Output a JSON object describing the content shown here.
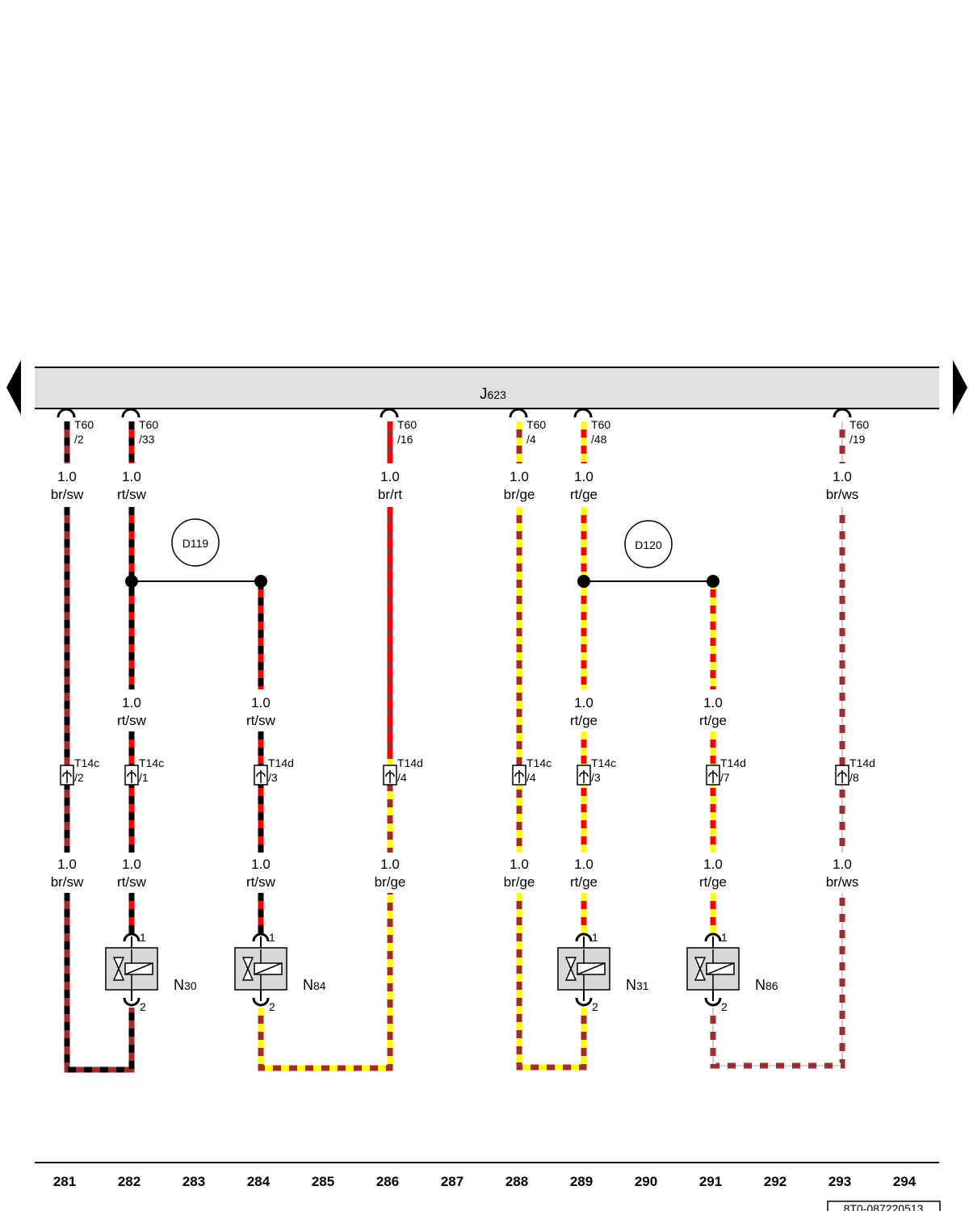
{
  "header": {
    "unit_name": "J",
    "unit_sub": "623"
  },
  "colors": {
    "br": "#a52a2a",
    "sw": "#000000",
    "rt": "#ff0000",
    "ge": "#ffff00",
    "ws": "#ffffff",
    "bus": "#e0e0e0",
    "box": "#d8d8d8"
  },
  "top_pins": [
    {
      "connector": "T60",
      "pin": "/2",
      "gauge": "1.0",
      "color": "br/sw"
    },
    {
      "connector": "T60",
      "pin": "/33",
      "gauge": "1.0",
      "color": "rt/sw"
    },
    {
      "connector": "T60",
      "pin": "/16",
      "gauge": "1.0",
      "color": "br/rt"
    },
    {
      "connector": "T60",
      "pin": "/4",
      "gauge": "1.0",
      "color": "br/ge"
    },
    {
      "connector": "T60",
      "pin": "/48",
      "gauge": "1.0",
      "color": "rt/ge"
    },
    {
      "connector": "T60",
      "pin": "/19",
      "gauge": "1.0",
      "color": "br/ws"
    }
  ],
  "splices": [
    {
      "label": "D119"
    },
    {
      "label": "D120"
    }
  ],
  "mid_labels": [
    {
      "gauge": "1.0",
      "color": "rt/sw"
    },
    {
      "gauge": "1.0",
      "color": "rt/sw"
    },
    {
      "gauge": "1.0",
      "color": "rt/ge"
    },
    {
      "gauge": "1.0",
      "color": "rt/ge"
    }
  ],
  "inline_connectors": [
    {
      "connector": "T14c",
      "pin": "/2"
    },
    {
      "connector": "T14c",
      "pin": "/1"
    },
    {
      "connector": "T14d",
      "pin": "/3"
    },
    {
      "connector": "T14d",
      "pin": "/4"
    },
    {
      "connector": "T14c",
      "pin": "/4"
    },
    {
      "connector": "T14c",
      "pin": "/3"
    },
    {
      "connector": "T14d",
      "pin": "/7"
    },
    {
      "connector": "T14d",
      "pin": "/8"
    }
  ],
  "low_labels": [
    {
      "gauge": "1.0",
      "color": "br/sw"
    },
    {
      "gauge": "1.0",
      "color": "rt/sw"
    },
    {
      "gauge": "1.0",
      "color": "rt/sw"
    },
    {
      "gauge": "1.0",
      "color": "br/ge"
    },
    {
      "gauge": "1.0",
      "color": "br/ge"
    },
    {
      "gauge": "1.0",
      "color": "rt/ge"
    },
    {
      "gauge": "1.0",
      "color": "rt/ge"
    },
    {
      "gauge": "1.0",
      "color": "br/ws"
    }
  ],
  "components": [
    {
      "name": "N",
      "sub": "30",
      "pin_top": "1",
      "pin_bottom": "2"
    },
    {
      "name": "N",
      "sub": "84",
      "pin_top": "1",
      "pin_bottom": "2"
    },
    {
      "name": "N",
      "sub": "31",
      "pin_top": "1",
      "pin_bottom": "2"
    },
    {
      "name": "N",
      "sub": "86",
      "pin_top": "1",
      "pin_bottom": "2"
    }
  ],
  "columns": [
    "281",
    "282",
    "283",
    "284",
    "285",
    "286",
    "287",
    "288",
    "289",
    "290",
    "291",
    "292",
    "293",
    "294"
  ],
  "doc_number": "8T0-087220513"
}
